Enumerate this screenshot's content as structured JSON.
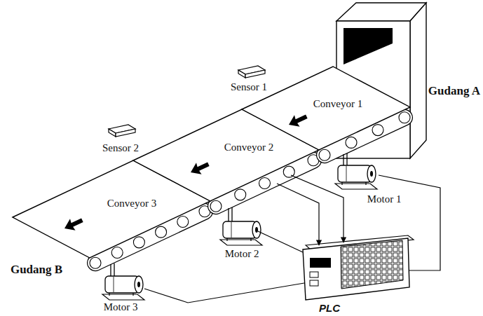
{
  "diagram": {
    "labels": [
      "Gudang A",
      "Sensor 1",
      "Conveyor 1",
      "Sensor 2",
      "Conveyor 2",
      "Motor 1",
      "Conveyor 3",
      "Motor 2",
      "Gudang B",
      "PLC",
      "Motor 3"
    ]
  }
}
